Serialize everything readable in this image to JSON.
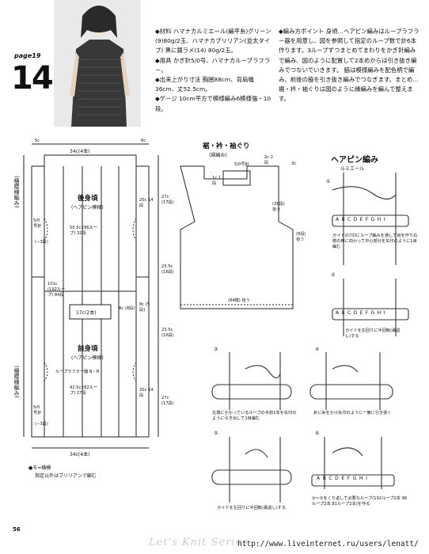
{
  "header": {
    "page_tag": "page19",
    "pattern_no": "14"
  },
  "materials": {
    "yarn": "◆材料 ハマナカルミエール(編平糸)グリーン(9)80g/2玉、ハマナカブリリアン(並太タイプ) 黒に銀ラメ(14) 80g/2玉。",
    "tools": "◆用具 かぎ針5/0号、ハマナカルーブラフラー。",
    "size": "◆出来上がり寸法 胸囲88cm、背肩幅36cm、丈52.5cm。",
    "gauge": "◆ゲージ 10cm平方で模様編み6模様強・10段。"
  },
  "knitting_points": {
    "text": "◆編み方ポイント 身頃…ヘアピン編みはループラフラー器を用意し、図を参照して指定のループ数で計6本作ります。3ループずつまとめてまわりをかぎ針編みで編み、図のように配置して2本めからは引き抜き編みでつないでいきます。 脇は模様編みを配色柄で編み、前後の脇を引き抜き編みでつなぎます。まとめ…裾・衿・袖ぐりは図のように縁編みを編んで整えます。"
  },
  "diagram": {
    "back_label": "後身頃",
    "back_sub": "(ヘアピン模様)",
    "front_label": "前身頃",
    "front_sub": "(ヘアピン模様)",
    "neck_box": "17c(2本)",
    "neck_box2": "8c (8段)",
    "top_width": "34c(4本)",
    "bottom_width": "34c(4本)",
    "side_c1": "5c",
    "side_c2": "6c",
    "side_left_top": "(横模様編み)",
    "side_left_bottom": "(横模様編み)",
    "hook": "5/0号針",
    "minus3": "(−3段)",
    "loops_center": "101c (192ループ) 84段",
    "loops_upper": "50.5c (96ループ) 32段",
    "loops_lower": "42.5c (82ループ) 27段",
    "loopratio": "ループラフラー器 B・H",
    "armhole": "20c 14段",
    "r27": "27c (17段)",
    "r23": "23.5c (16段)",
    "r8": "8c (5段)",
    "legend": "●モ=横模",
    "legend2": "指定以外はブリリアンで編む"
  },
  "edging": {
    "title": "裾・衿・袖ぐり",
    "subtitle": "(縁編み)",
    "hook": "5/0号針",
    "c1": "1c 1段",
    "c2": "2c 2段",
    "c3": "3c",
    "bottom": "(84模) 拾う",
    "side_pick": "(38段) 拾う",
    "side_pick2": "(8段) 拾う"
  },
  "hairpin": {
    "title": "ヘアピン編み",
    "subtitle": "ルミエール",
    "letters": "ABCDEFGHI",
    "step1": "①",
    "step1_note": "ガイドの穴Dにループ編みを通して目を作り右側の棒に向かって中心部分を矢印のように1目編む",
    "step2": "②",
    "step2_note": "ガイドを左回りに半回転(裏返し)する",
    "step3": "③",
    "step3_note": "左側にかかっているループの手前1本を矢印のように引き出して1目編む",
    "step4": "④",
    "step4_note": "針に糸をかけ矢印のように一度に引き抜く",
    "step5": "⑤",
    "step5_note": "ガイドを左回りに半回転(裏返し)する",
    "step6": "⑥",
    "step6_note": "②〜⑤をくり返して必要なループ(192ループ2本 96ループ2本 81ループ2本)を作る"
  },
  "footer": {
    "page_number": "56",
    "series": "Let's Knit Series",
    "url": "http://www.liveinternet.ru/users/lenatt/"
  }
}
